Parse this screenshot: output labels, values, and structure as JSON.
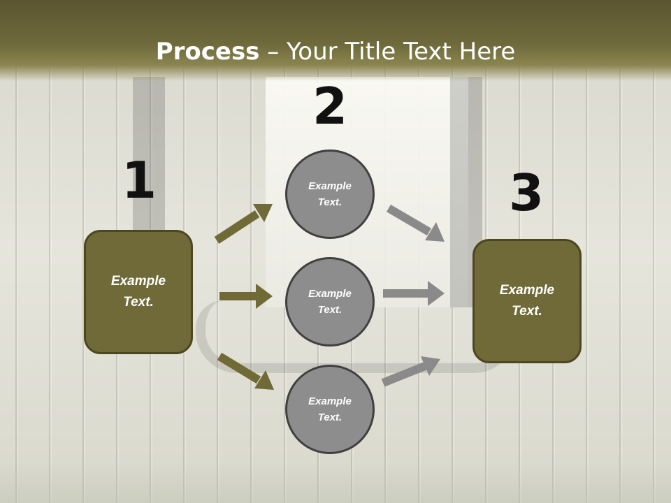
{
  "title": {
    "bold": "Process",
    "rest": " – Your Title Text Here"
  },
  "steps": [
    {
      "number": "1",
      "text": "Example Text."
    },
    {
      "number": "2"
    },
    {
      "number": "3",
      "text": "Example Text."
    }
  ],
  "circles": [
    {
      "text": "Example Text."
    },
    {
      "text": "Example Text."
    },
    {
      "text": "Example Text."
    }
  ],
  "colors": {
    "box_fill": "#706a38",
    "circle_fill": "#8d8d8d",
    "arrow_olive": "#6f6a36",
    "arrow_gray": "#8a8a8a"
  }
}
